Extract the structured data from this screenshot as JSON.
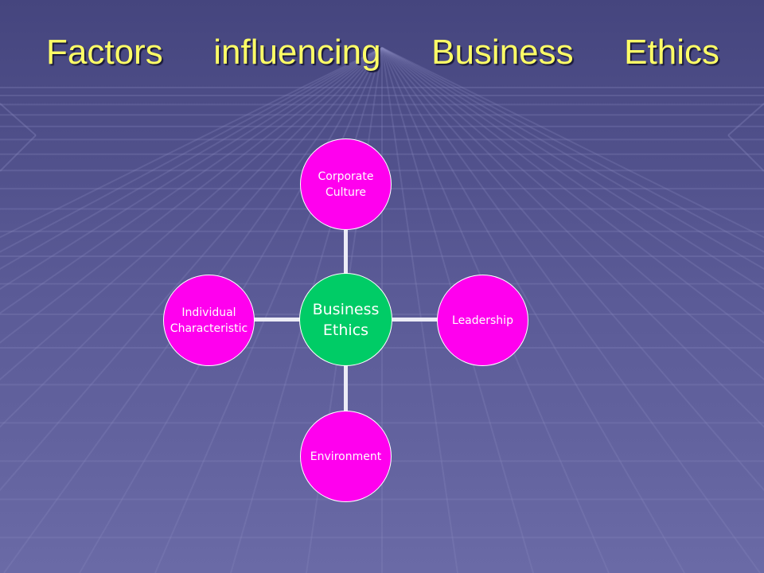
{
  "slide": {
    "title_words": [
      "Factors",
      "influencing",
      "Business",
      "Ethics"
    ]
  },
  "diagram": {
    "center": {
      "label": "Business\nEthics"
    },
    "nodes": {
      "top": {
        "label": "Corporate\nCulture"
      },
      "right": {
        "label": "Leadership"
      },
      "bottom": {
        "label": "Environment"
      },
      "left": {
        "label": "Individual\nCharacteristic"
      }
    }
  },
  "colors": {
    "center_fill": "#00cc66",
    "node_fill": "#ff00ee",
    "title_text": "#ffff66",
    "connector": "#ececf6"
  }
}
